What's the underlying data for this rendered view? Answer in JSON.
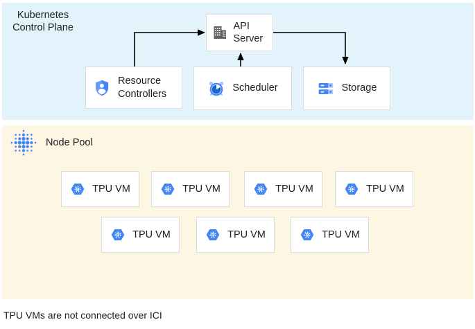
{
  "control_plane": {
    "title": "Kubernetes Control Plane",
    "api_server": {
      "label": "API Server"
    },
    "resource_controllers": {
      "label": "Resource Controllers"
    },
    "scheduler": {
      "label": "Scheduler"
    },
    "storage": {
      "label": "Storage"
    }
  },
  "node_pool": {
    "title": "Node Pool",
    "vms": [
      "TPU VM",
      "TPU VM",
      "TPU VM",
      "TPU VM",
      "TPU VM",
      "TPU VM",
      "TPU VM"
    ]
  },
  "caption": "TPU VMs are not connected over ICI",
  "icons": {
    "api_server": "building-icon",
    "resource_controllers": "shield-person-icon",
    "scheduler": "alarm-clock-icon",
    "storage": "storage-stack-icon",
    "node_pool": "dot-cluster-icon",
    "tpu_vm": "hexagon-gear-icon"
  },
  "colors": {
    "control_plane_bg": "#E2F3FC",
    "node_pool_bg": "#FDF6E2",
    "box_border": "#DADCE0",
    "icon_blue": "#4285F4",
    "icon_blue_mid": "#669DF6",
    "icon_blue_light": "#A8C7FA",
    "icon_blue_dark": "#1967D2",
    "icon_gray": "#5F6368",
    "arrow": "#000000"
  }
}
